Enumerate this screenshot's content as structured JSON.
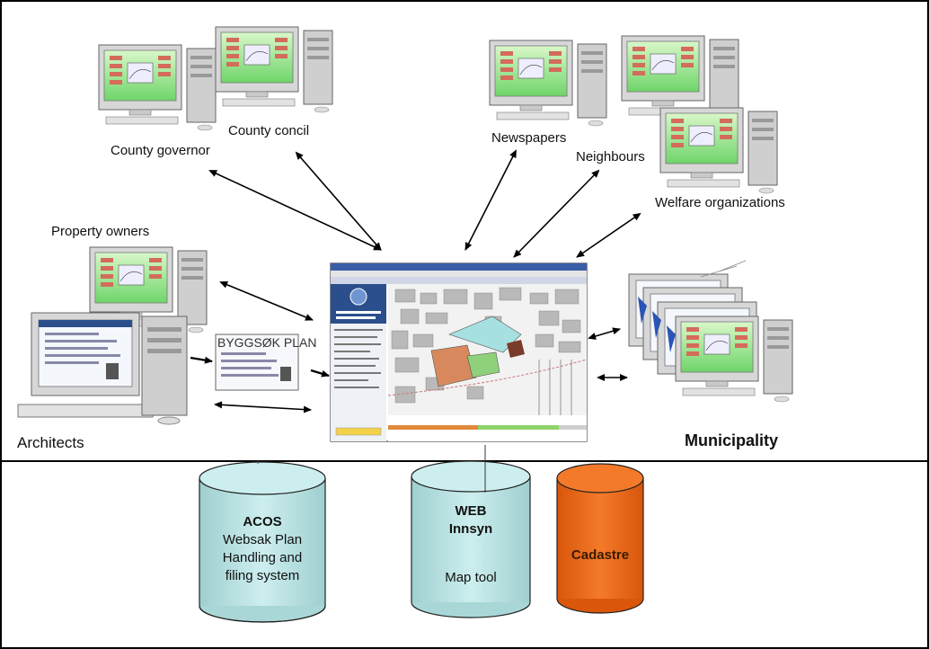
{
  "actors": {
    "county_governor": "County governor",
    "county_concil": "County concil",
    "newspapers": "Newspapers",
    "neighbours": "Neighbours",
    "welfare": "Welfare organizations",
    "property_owners": "Property owners",
    "architects": "Architects",
    "municipality": "Municipality"
  },
  "byggsok_label": "BYGGSØK PLAN",
  "databases": [
    {
      "title": "ACOS",
      "lines": [
        "Websak Plan",
        "Handling and",
        "filing system"
      ],
      "color": "#bfe3e3"
    },
    {
      "title": "WEB",
      "lines": [
        "Innsyn",
        "",
        "Map tool"
      ],
      "color": "#bfe3e3"
    },
    {
      "title": "Cadastre",
      "lines": [],
      "color": "#f26a0f"
    }
  ],
  "colors": {
    "db_light": "#bfe3e3",
    "db_orange": "#f26a0f",
    "screen_green": "#8fe08a",
    "screen_blue": "#2b4f8c"
  }
}
